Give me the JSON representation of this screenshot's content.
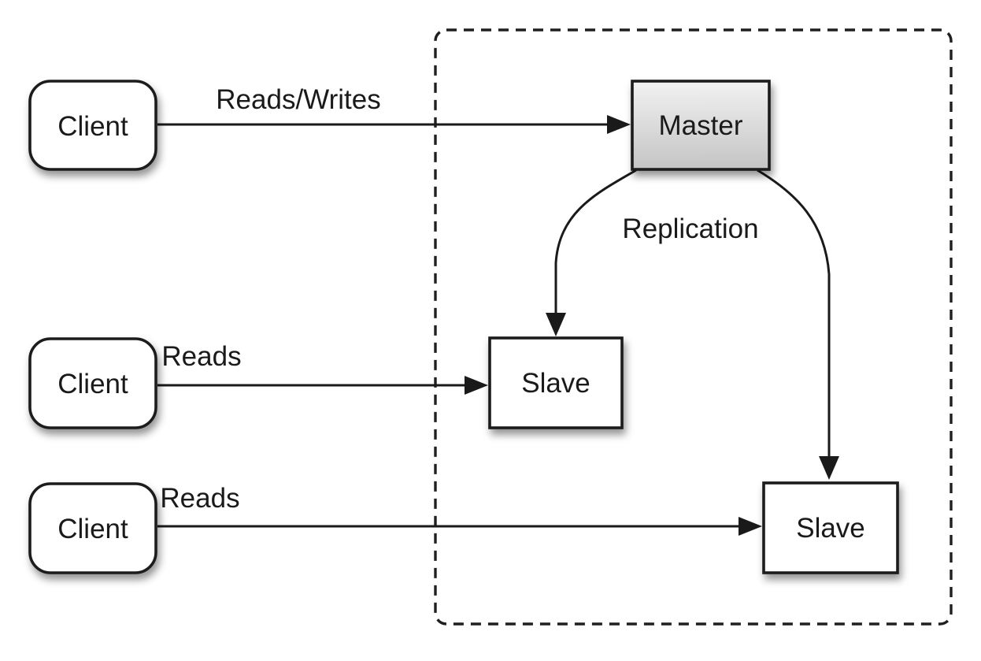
{
  "diagram": {
    "nodes": {
      "client1": {
        "label": "Client"
      },
      "client2": {
        "label": "Client"
      },
      "client3": {
        "label": "Client"
      },
      "master": {
        "label": "Master"
      },
      "slave1": {
        "label": "Slave"
      },
      "slave2": {
        "label": "Slave"
      }
    },
    "edges": {
      "client1_master": {
        "label": "Reads/Writes"
      },
      "client2_slave1": {
        "label": "Reads"
      },
      "client3_slave2": {
        "label": "Reads"
      },
      "replication": {
        "label": "Replication"
      }
    },
    "colors": {
      "background": "#ffffff",
      "line": "#1a1a1a",
      "node_fill": "#ffffff",
      "master_gradient_top": "#f2f2f2",
      "master_gradient_bottom": "#c4c4c4"
    }
  }
}
